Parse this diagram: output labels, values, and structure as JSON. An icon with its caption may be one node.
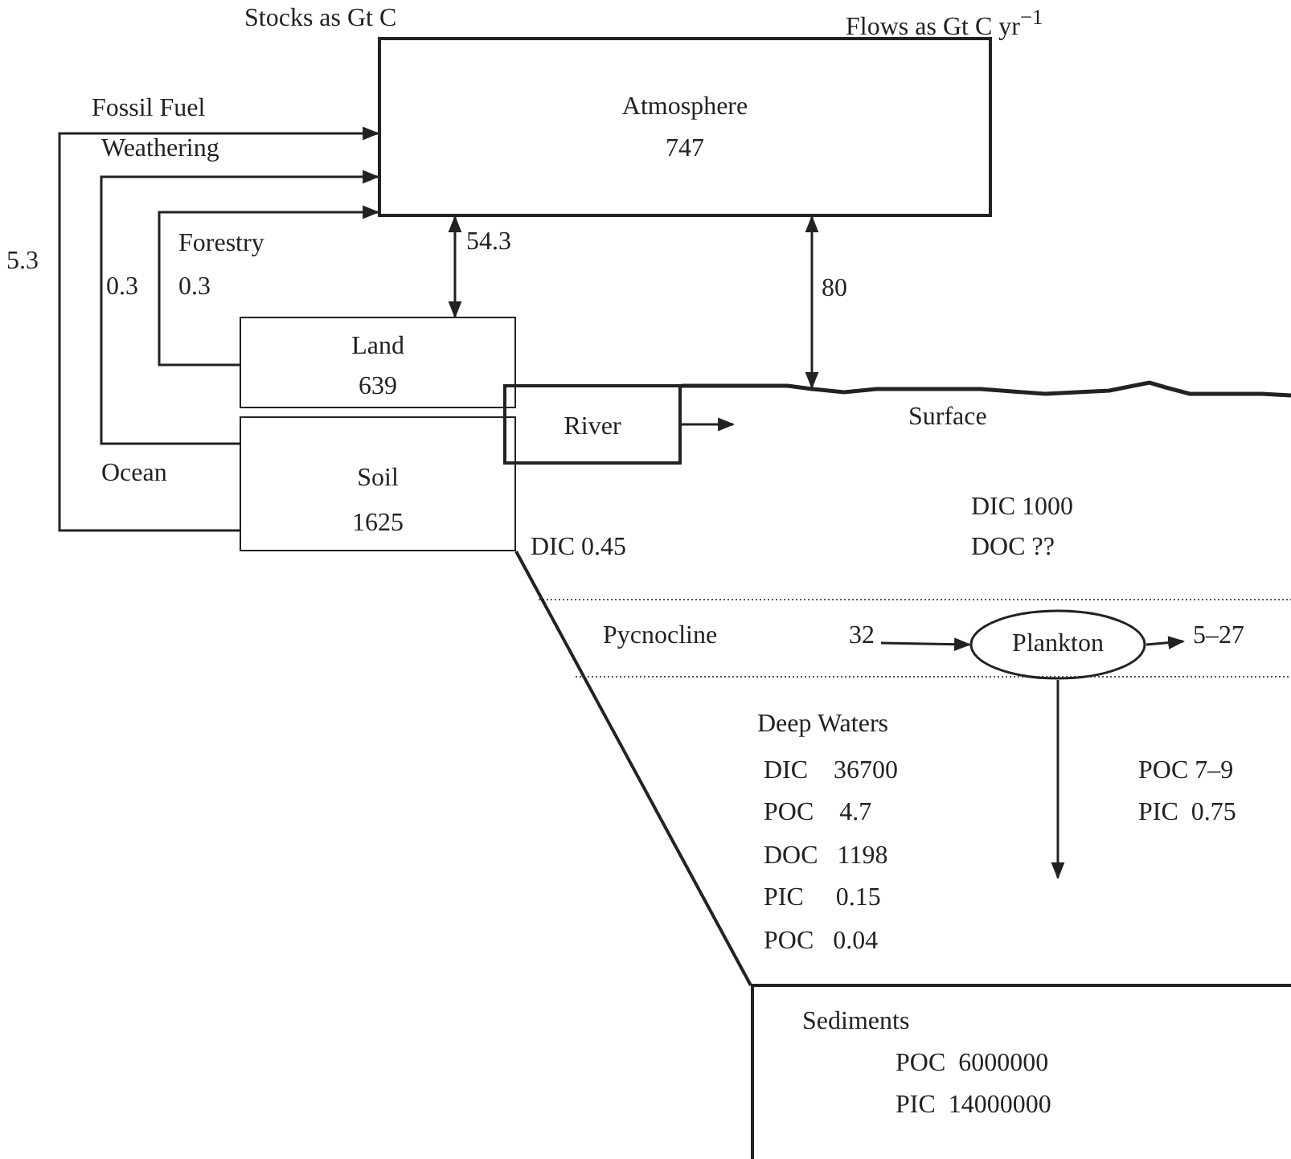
{
  "diagram": {
    "nodes": [
      {
        "text": [
          "Atmosphere",
          "747"
        ]
      },
      {
        "text": [
          "Land",
          "639"
        ]
      },
      {
        "text": [
          "Soil",
          "1625"
        ]
      },
      {
        "text": [
          "River"
        ]
      },
      {
        "text": [
          "Plankton"
        ]
      },
      {
        "text": [
          "Sediments",
          "POC  6000000",
          "PIC  14000000"
        ]
      },
      {
        "text": [
          "32"
        ]
      },
      {
        "text": [
          "5–27"
        ]
      }
    ],
    "edges": [
      {
        "from": 1,
        "to": 0,
        "arrow": "both",
        "label": "54.3"
      },
      {
        "from": null,
        "to": 0,
        "arrow": "both",
        "label": "80"
      },
      {
        "from": 2,
        "to": 0,
        "arrow": "to",
        "label": "5.3"
      },
      {
        "from": 2,
        "to": 0,
        "arrow": "to",
        "label": "0.3"
      },
      {
        "from": 1,
        "to": 0,
        "arrow": "to",
        "label": "0.3"
      },
      {
        "from": 3,
        "to": null,
        "arrow": "to"
      },
      {
        "from": 6,
        "to": 4,
        "arrow": "to"
      },
      {
        "from": 4,
        "to": 7,
        "arrow": "to"
      },
      {
        "from": 4,
        "to": null,
        "arrow": "to"
      }
    ],
    "labels": [
      "Stocks as Gt C",
      "Flows as Gt C yr$^{−1}$",
      "Fossil Fuel",
      "Weathering",
      "Forestry",
      "Ocean",
      "Surface",
      "DIC 0.45",
      "DIC 1000",
      "DOC ??",
      "Pycnocline",
      "Deep Waters",
      "DIC    36700",
      "POC    4.7",
      "DOC   1198",
      "PIC     0.15",
      "POC   0.04",
      "POC 7–9",
      "PIC  0.75"
    ]
  }
}
